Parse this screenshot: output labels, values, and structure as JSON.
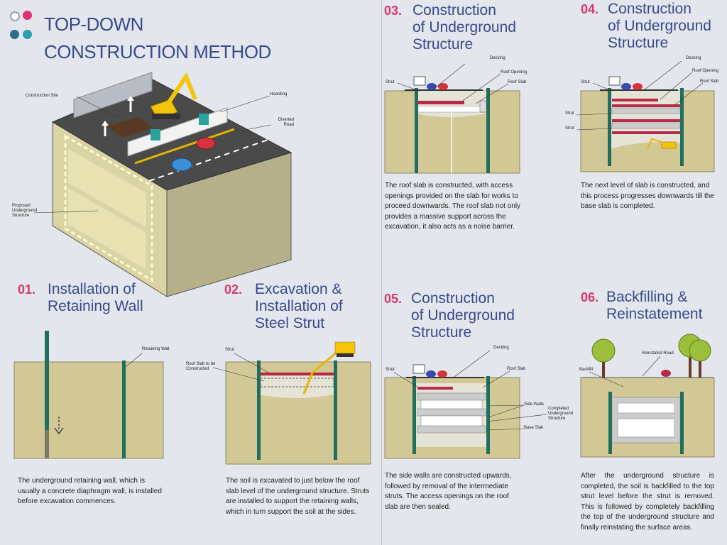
{
  "header": {
    "title_line1": "TOP-DOWN",
    "title_line2": "CONSTRUCTION METHOD",
    "logo_colors": [
      "#ffffff",
      "#e0307a",
      "#2a6e8c",
      "#2a9fb0"
    ]
  },
  "overview_labels": {
    "construction_site": "Construction Site",
    "hoarding": "Hoarding",
    "diverted_road": "Diverted Road",
    "proposed_structure": "Proposed Underground Structure"
  },
  "steps": [
    {
      "num": "01.",
      "title": [
        "Installation of",
        "Retaining Wall"
      ],
      "labels": {
        "retaining_wall": "Retaining Wall"
      },
      "description": "The underground retaining wall, which is usually a concrete diaphragm wall, is installed before excavation commences."
    },
    {
      "num": "02.",
      "title": [
        "Excavation &",
        "Installation of",
        "Steel Strut"
      ],
      "labels": {
        "strut": "Strut",
        "roof_slab": "Roof Slab to be Constructed"
      },
      "description": "The soil is excavated to just below the roof slab level of the underground structure. Struts are installed to support the retaining walls, which in turn support the soil at the sides."
    },
    {
      "num": "03.",
      "title": [
        "Construction",
        "of Underground",
        "Structure"
      ],
      "labels": {
        "decking": "Decking",
        "roof_opening": "Roof Opening",
        "roof_slab": "Roof Slab",
        "strut": "Strut"
      },
      "description": "The roof slab is constructed, with access openings provided on the slab for works to proceed downwards. The roof slab not only provides a massive support across the excavation, it also acts as a noise barrier."
    },
    {
      "num": "04.",
      "title": [
        "Construction",
        "of Underground",
        "Structure"
      ],
      "labels": {
        "decking": "Decking",
        "roof_opening": "Roof Opening",
        "roof_slab": "Roof Slab",
        "strut_top": "Strut",
        "strut_mid1": "Strut",
        "strut_mid2": "Strut"
      },
      "description": "The next level of slab is constructed, and this process progresses downwards till the base slab is completed."
    },
    {
      "num": "05.",
      "title": [
        "Construction",
        "of Underground",
        "Structure"
      ],
      "labels": {
        "decking": "Decking",
        "strut": "Strut",
        "roof_slab": "Roof Slab",
        "side_walls": "Side Walls",
        "completed": "Completed Underground Structure",
        "base_slab": "Base Slab"
      },
      "description": "The side walls are constructed upwards, followed by removal of the intermediate struts. The access openings on the roof slab are then sealed."
    },
    {
      "num": "06.",
      "title": [
        "Backfilling &",
        "Reinstatement"
      ],
      "labels": {
        "reinstated_road": "Reinstated Road",
        "backfill": "Backfill"
      },
      "description": "After the underground structure is completed, the soil is backfilled to the top strut level before the strut is removed. This is followed by completely backfilling the top of the underground structure and finally reinstating the surface areas."
    }
  ]
}
